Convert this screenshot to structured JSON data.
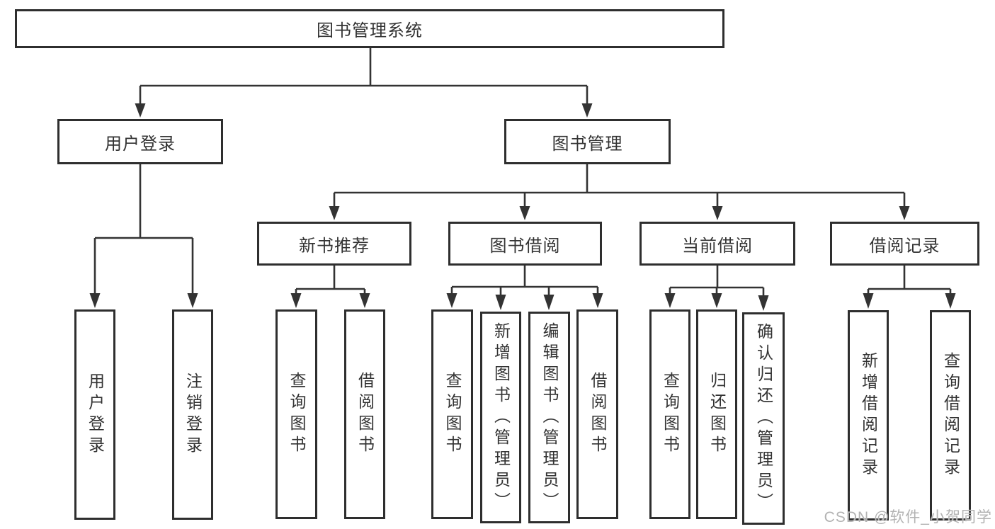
{
  "tree": {
    "root": {
      "label": "图书管理系统"
    },
    "branches": [
      {
        "label": "用户登录",
        "children": [
          {
            "label": "用户登录"
          },
          {
            "label": "注销登录"
          }
        ]
      },
      {
        "label": "图书管理",
        "children": [
          {
            "label": "新书推荐",
            "children": [
              {
                "label": "查询图书"
              },
              {
                "label": "借阅图书"
              }
            ]
          },
          {
            "label": "图书借阅",
            "children": [
              {
                "label": "查询图书"
              },
              {
                "label": "新增图书（管理员）"
              },
              {
                "label": "编辑图书（管理员）"
              },
              {
                "label": "借阅图书"
              }
            ]
          },
          {
            "label": "当前借阅",
            "children": [
              {
                "label": "查询图书"
              },
              {
                "label": "归还图书"
              },
              {
                "label": "确认归还（管理员）"
              }
            ]
          },
          {
            "label": "借阅记录",
            "children": [
              {
                "label": "新增借阅记录"
              },
              {
                "label": "查询借阅记录"
              }
            ]
          }
        ]
      }
    ]
  },
  "watermark": {
    "text": "CSDN @软件_小贺同学"
  },
  "colors": {
    "line": "#333333",
    "box_border": "#2e2e2e",
    "text": "#333333",
    "background": "#ffffff",
    "watermark": "#b3b3b3"
  }
}
